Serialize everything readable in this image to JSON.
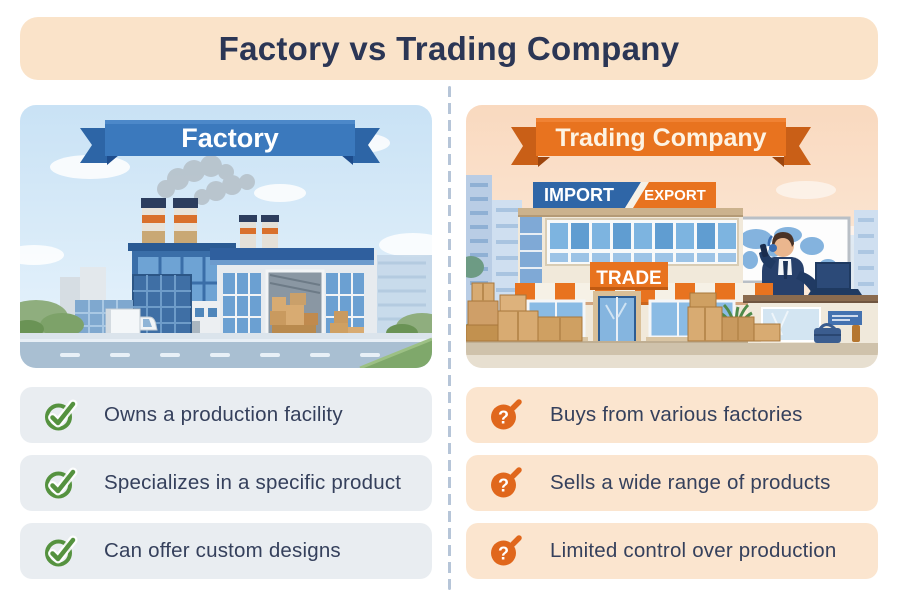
{
  "header": {
    "title": "Factory vs Trading Company"
  },
  "left_column": {
    "banner_label": "Factory",
    "icon": "check-circle-icon",
    "items": [
      "Owns a production facility",
      "Specializes in a specific product",
      "Can offer custom designs"
    ]
  },
  "right_column": {
    "banner_label": "Trading Company",
    "icon": "question-circle-icon",
    "question_glyph": "?",
    "signs": {
      "import": "IMPORT",
      "export": "EXPORT",
      "trade": "TRADE"
    },
    "items": [
      "Buys from various factories",
      "Sells a wide range of products",
      "Limited control over production"
    ]
  },
  "colors": {
    "header_bg": "#fae3c9",
    "title_text": "#2b3655",
    "factory_ribbon_blue": "#3b79bd",
    "trading_ribbon_orange": "#e8731f",
    "left_row_bg": "#e9edf1",
    "right_row_bg": "#fbe5cf",
    "row_text": "#35405c",
    "check_green": "#55923f",
    "question_orange": "#e0671c",
    "divider": "#b6c5d8"
  }
}
